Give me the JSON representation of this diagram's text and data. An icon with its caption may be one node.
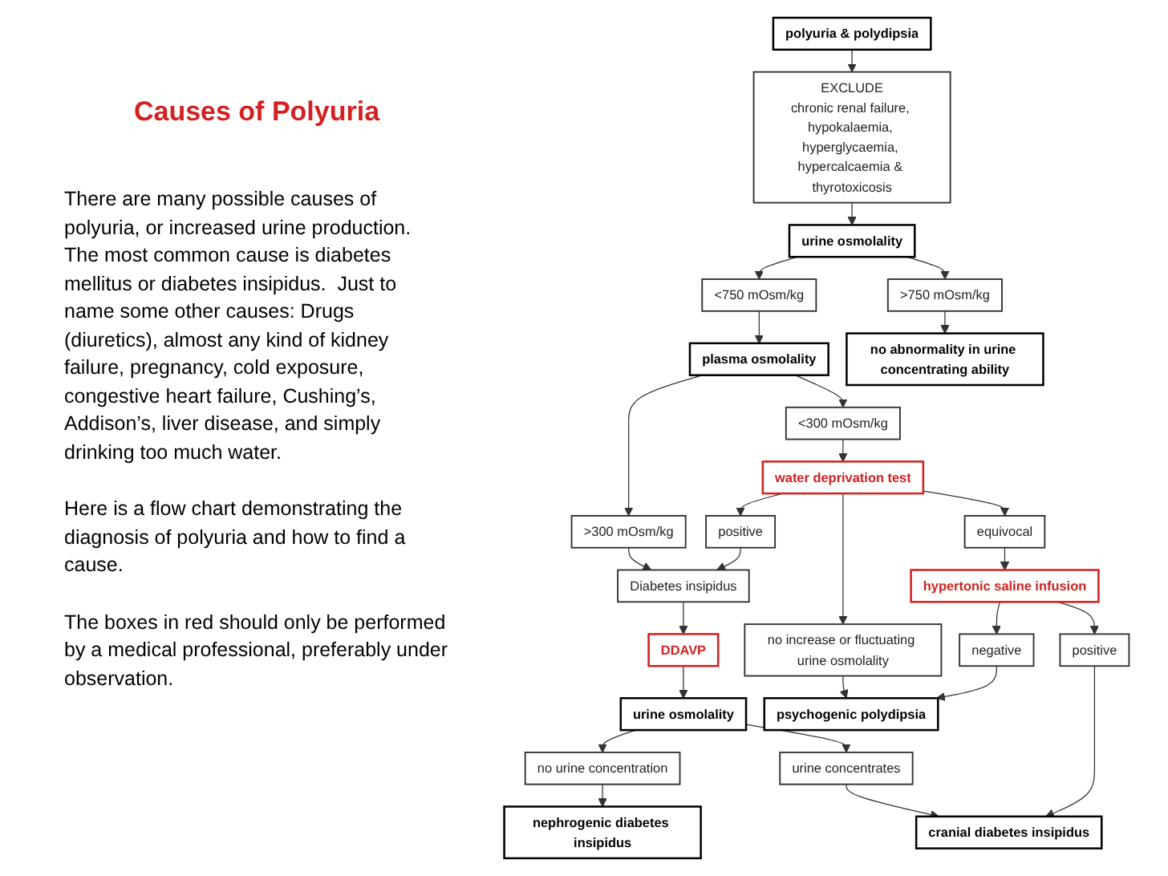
{
  "diagram": {
    "title": "Causes of Polyuria",
    "nodes": [
      {
        "text": [
          "polyuria & polydipsia"
        ]
      },
      {
        "text": [
          "EXCLUDE",
          "chronic renal failure, hypokalaemia, hyperglycaemia, hypercalcaemia & thyrotoxicosis"
        ]
      },
      {
        "text": [
          "urine osmolality"
        ]
      },
      {
        "text": [
          "<750 mOsm/kg"
        ]
      },
      {
        "text": [
          ">750 mOsm/kg"
        ]
      },
      {
        "text": [
          "plasma osmolality"
        ]
      },
      {
        "text": [
          "no abnormality in urine concentrating ability"
        ]
      },
      {
        "text": [
          ">300 mOsm/kg"
        ]
      },
      {
        "text": [
          "<300 mOsm/kg"
        ]
      },
      {
        "text": [
          "water deprivation test"
        ]
      },
      {
        "text": [
          "positive"
        ]
      },
      {
        "text": [
          "no increase or fluctuating urine osmolality"
        ]
      },
      {
        "text": [
          "equivocal"
        ]
      },
      {
        "text": [
          "Diabetes insipidus"
        ]
      },
      {
        "text": [
          "DDAVP"
        ]
      },
      {
        "text": [
          "hypertonic saline infusion"
        ]
      },
      {
        "text": [
          "negative"
        ]
      },
      {
        "text": [
          "urine osmolality"
        ]
      },
      {
        "text": [
          "psychogenic polydipsia"
        ]
      },
      {
        "text": [
          "no urine concentration"
        ]
      },
      {
        "text": [
          "urine concentrates"
        ]
      },
      {
        "text": [
          "positive"
        ]
      },
      {
        "text": [
          "nephrogenic diabetes insipidus"
        ]
      },
      {
        "text": [
          "cranial diabetes insipidus"
        ]
      }
    ],
    "edges": [
      {
        "from": 0,
        "to": 1,
        "arrow": "to"
      },
      {
        "from": 1,
        "to": 2,
        "arrow": "to"
      },
      {
        "from": 2,
        "to": 3,
        "arrow": "to"
      },
      {
        "from": 2,
        "to": 4,
        "arrow": "to"
      },
      {
        "from": 3,
        "to": 5,
        "arrow": "to"
      },
      {
        "from": 4,
        "to": 6,
        "arrow": "to"
      },
      {
        "from": 5,
        "to": 7,
        "arrow": "to"
      },
      {
        "from": 5,
        "to": 8,
        "arrow": "to"
      },
      {
        "from": 8,
        "to": 9,
        "arrow": "to"
      },
      {
        "from": 9,
        "to": 10,
        "arrow": "to"
      },
      {
        "from": 9,
        "to": 11,
        "arrow": "to"
      },
      {
        "from": 9,
        "to": 12,
        "arrow": "to"
      },
      {
        "from": 7,
        "to": 13,
        "arrow": "to"
      },
      {
        "from": 10,
        "to": 13,
        "arrow": "to"
      },
      {
        "from": 13,
        "to": 14,
        "arrow": "to"
      },
      {
        "from": 12,
        "to": 15,
        "arrow": "to"
      },
      {
        "from": 15,
        "to": 16,
        "arrow": "to"
      },
      {
        "from": 14,
        "to": 17,
        "arrow": "to"
      },
      {
        "from": 11,
        "to": 18,
        "arrow": "to"
      },
      {
        "from": 16,
        "to": 18,
        "arrow": "to"
      },
      {
        "from": 17,
        "to": 19,
        "arrow": "to"
      },
      {
        "from": 17,
        "to": 20,
        "arrow": "to"
      },
      {
        "from": 15,
        "to": 21,
        "arrow": "to"
      },
      {
        "from": 19,
        "to": 22,
        "arrow": "to"
      },
      {
        "from": 20,
        "to": 23,
        "arrow": "to"
      },
      {
        "from": 21,
        "to": 23,
        "arrow": "to"
      }
    ],
    "labels": [
      "There are many possible causes of polyuria, or increased urine production.  The most common cause is diabetes mellitus or diabetes insipidus.  Just to name some other causes: Drugs (diuretics), almost any kind of kidney failure, pregnancy, cold exposure, congestive heart failure, Cushing’s, Addison’s, liver disease, and simply drinking too much water.",
      "Here is a flow chart demonstrating the diagnosis of polyuria and how to find a cause.",
      "The boxes in red should only be performed by a medical professional, preferably under observation."
    ]
  }
}
